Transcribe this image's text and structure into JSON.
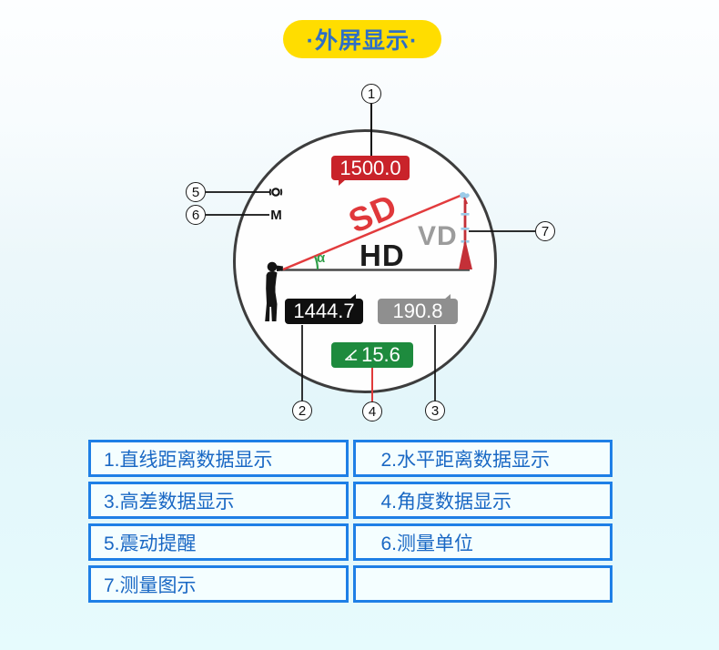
{
  "badge": {
    "label": "·外屏显示·"
  },
  "viewfinder": {
    "straight_distance_value": "1500.0",
    "horizontal_distance_value": "1444.7",
    "height_difference_value": "190.8",
    "angle_value": "15.6",
    "sd_label": "SD",
    "hd_label": "HD",
    "vd_label": "VD",
    "alpha_label": "α",
    "unit_label": "M"
  },
  "callouts": {
    "c1": "1",
    "c2": "2",
    "c3": "3",
    "c4": "4",
    "c5": "5",
    "c6": "6",
    "c7": "7"
  },
  "legend_table": {
    "rows": [
      {
        "left": "1.直线距离数据显示",
        "right": "2.水平距离数据显示"
      },
      {
        "left": "3.高差数据显示",
        "right": "4.角度数据显示"
      },
      {
        "left": "5.震动提醒",
        "right": "6.测量单位"
      },
      {
        "left": "7.测量图示",
        "right": ""
      }
    ]
  },
  "colors": {
    "badge_bg": "#ffdd00",
    "badge_text": "#2e6fc5",
    "sd_red": "#e0383b",
    "value_red_bg": "#c9232a",
    "value_black_bg": "#0f0f0f",
    "value_gray_bg": "#8f8f8f",
    "value_green_bg": "#1e8b3e",
    "angle_green": "#2f9e48",
    "table_border": "#1e7fe6",
    "table_text": "#1a68c4"
  }
}
